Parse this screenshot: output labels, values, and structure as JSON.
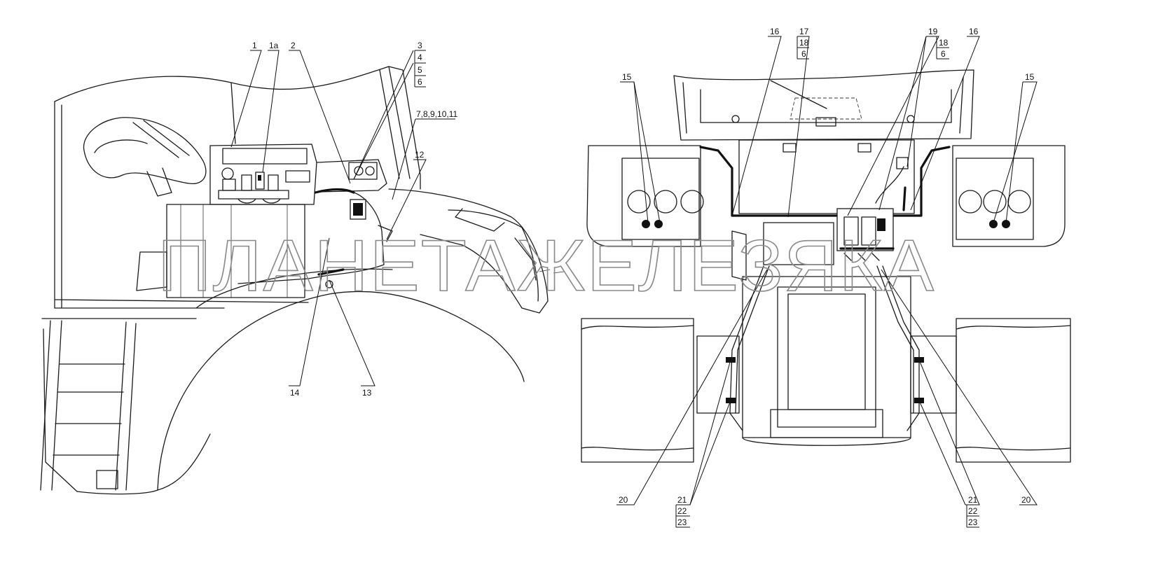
{
  "watermark": "ПЛАНЕТАЖЕЛЕЗЯКА",
  "callouts": {
    "c1": "1",
    "c1a": "1а",
    "c2": "2",
    "c3": "3",
    "c4": "4",
    "c5": "5",
    "c6": "6",
    "c7": "7,8,9,10,11",
    "c12": "12",
    "c13": "13",
    "c14": "14",
    "c15_left": "15",
    "c15_right": "15",
    "c16_left": "16",
    "c16_right": "16",
    "c17": "17",
    "c18_a": "18",
    "c6_a": "6",
    "c19": "19",
    "c18_b": "18",
    "c6_b": "6",
    "c20_left": "20",
    "c20_right": "20",
    "c21_left": "21",
    "c22_left": "22",
    "c23_left": "23",
    "c21_right": "21",
    "c22_right": "22",
    "c23_right": "23"
  }
}
